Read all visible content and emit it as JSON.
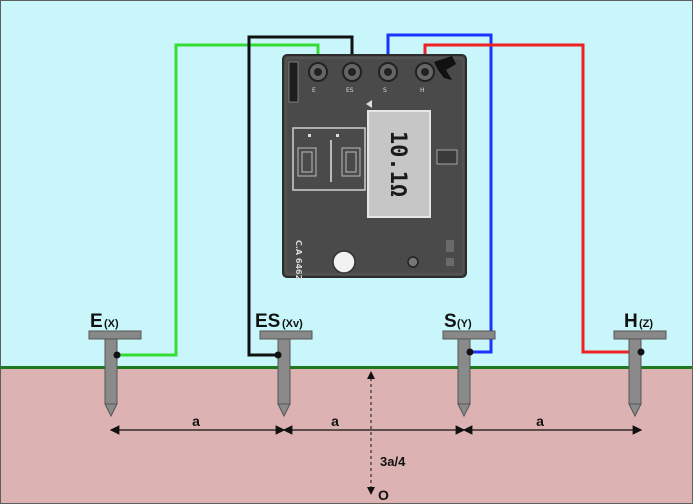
{
  "colors": {
    "sky": "#c8f6fa",
    "ground": "#dcb2b2",
    "ground_line": "#1f7a1f",
    "wire_e": "#33dd33",
    "wire_es": "#111111",
    "wire_s": "#1a33ff",
    "wire_h": "#ee2222",
    "device": "#4a4a4a"
  },
  "device": {
    "model": "C.A 6462",
    "display": "10.1Ω",
    "terminals": [
      "E",
      "ES",
      "S",
      "H"
    ]
  },
  "electrodes": [
    {
      "id": "e",
      "main": "E",
      "sub": "(X)"
    },
    {
      "id": "es",
      "main": "ES",
      "sub": "(Xv)"
    },
    {
      "id": "s",
      "main": "S",
      "sub": "(Y)"
    },
    {
      "id": "h",
      "main": "H",
      "sub": "(Z)"
    }
  ],
  "spacings": [
    "a",
    "a",
    "a"
  ],
  "depth_label": "3a/4",
  "origin_label": "O"
}
